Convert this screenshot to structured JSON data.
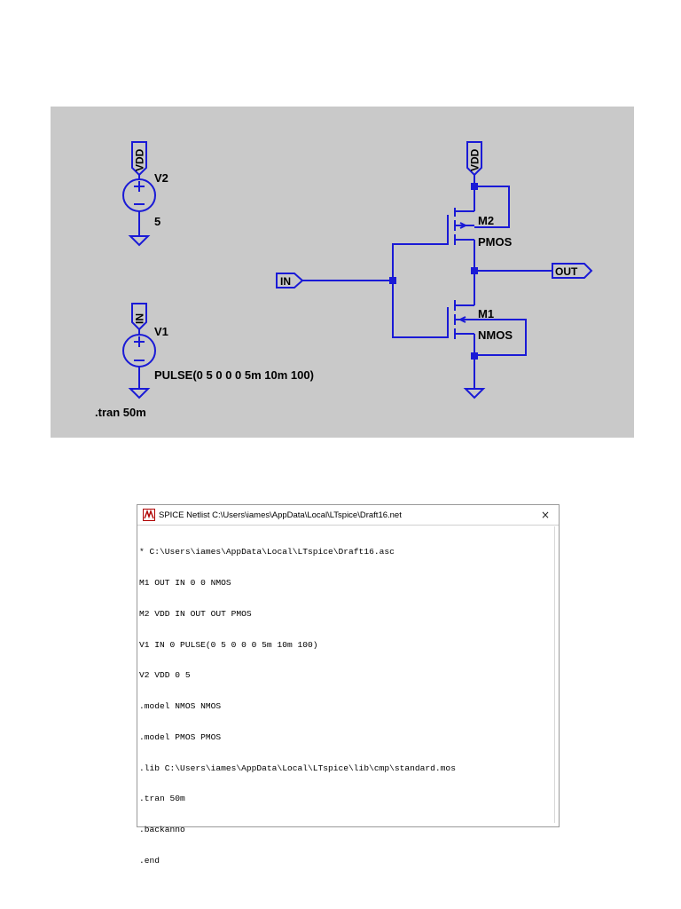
{
  "schematic": {
    "colors": {
      "wire": "#1a1ad6",
      "background": "#c9c9c9"
    },
    "labels": {
      "v2_port": "VDD",
      "v2_name": "V2",
      "v2_value": "5",
      "v1_port": "IN",
      "v1_name": "V1",
      "v1_value": "PULSE(0 5 0 0 0 5m 10m 100)",
      "tran": ".tran 50m",
      "vdd_port_right": "VDD",
      "m2_name": "M2",
      "m2_model": "PMOS",
      "m1_name": "M1",
      "m1_model": "NMOS",
      "in_port": "IN",
      "out_port": "OUT"
    }
  },
  "netlist_window": {
    "title": "SPICE Netlist C:\\Users\\iames\\AppData\\Local\\LTspice\\Draft16.net",
    "close_icon": "×",
    "lines": [
      "* C:\\Users\\iames\\AppData\\Local\\LTspice\\Draft16.asc",
      "M1 OUT IN 0 0 NMOS",
      "M2 VDD IN OUT OUT PMOS",
      "V1 IN 0 PULSE(0 5 0 0 0 5m 10m 100)",
      "V2 VDD 0 5",
      ".model NMOS NMOS",
      ".model PMOS PMOS",
      ".lib C:\\Users\\iames\\AppData\\Local\\LTspice\\lib\\cmp\\standard.mos",
      ".tran 50m",
      ".backanno",
      ".end"
    ]
  }
}
